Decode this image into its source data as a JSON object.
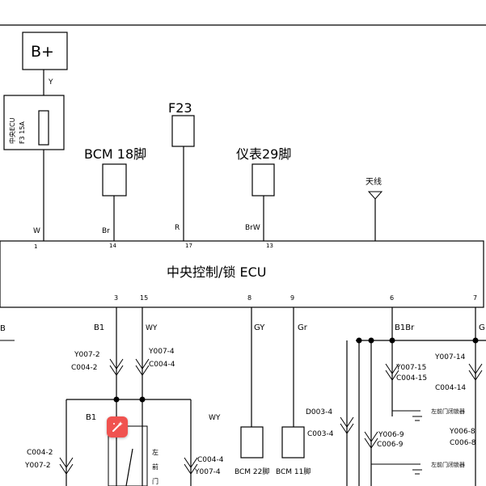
{
  "title_bplus": "B+",
  "fuse": {
    "line1": "中央ECU",
    "line2": "F3 15A"
  },
  "f23": "F23",
  "bcm18": "BCM 18脚",
  "meter29": "仪表29脚",
  "antenna": "天线",
  "ecu_label": "中央控制/锁 ECU",
  "wire_y": "Y",
  "top_pins": [
    {
      "wire": "W",
      "pin": "1"
    },
    {
      "wire": "Br",
      "pin": "14"
    },
    {
      "wire": "R",
      "pin": "17"
    },
    {
      "wire": "BrW",
      "pin": "13"
    }
  ],
  "bottom_pins": [
    "3",
    "15",
    "8",
    "9",
    "6",
    "7"
  ],
  "bottom_wires": {
    "b1": "B1",
    "wy": "WY",
    "gy": "GY",
    "gr": "Gr",
    "b1br": "B1Br",
    "g": "G",
    "b_left": "B"
  },
  "connectors": {
    "y007_2": "Y007-2",
    "c004_2": "C004-2",
    "y007_4": "Y007-4",
    "c004_4": "C004-4",
    "y007_15": "Y007-15",
    "c004_15": "C004-15",
    "y007_14": "Y007-14",
    "c004_14": "C004-14",
    "d003_4": "D003-4",
    "c003_4": "C003-4",
    "y006_9": "Y006-9",
    "c006_9": "C006-9",
    "y006_8": "Y006-8",
    "c006_8": "C006-8"
  },
  "lower_labels": {
    "b1": "B1",
    "wy": "WY",
    "c004_2": "C004-2",
    "y007_2": "Y007-2",
    "c004_4": "C004-4",
    "y007_4": "Y007-4",
    "bcm22": "BCM 22脚",
    "bcm11": "BCM 11脚",
    "left_front_door": "左前门锁",
    "lock_sw_1": "左前门闭锁器",
    "lock_sw_2": "左前门闭锁器",
    "v1": "左",
    "v2": "前",
    "v3": "门"
  },
  "overlay_icon": "magic-pen-icon"
}
